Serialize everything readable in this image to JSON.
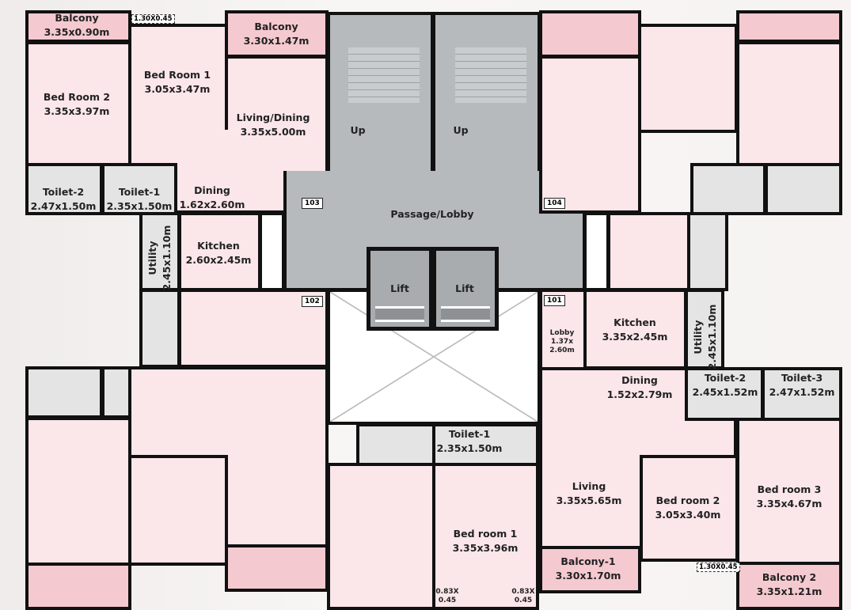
{
  "units": {
    "u103": {
      "number": "103",
      "balcony_a": {
        "name": "Balcony",
        "size": "3.35x0.90m"
      },
      "ledge": "1.30X0.45",
      "bedroom_2": {
        "name": "Bed Room 2",
        "size": "3.35x3.97m"
      },
      "bedroom_1": {
        "name": "Bed Room 1",
        "size": "3.05x3.47m"
      },
      "balcony_b": {
        "name": "Balcony",
        "size": "3.30x1.47m"
      },
      "living": {
        "name": "Living/Dining",
        "size": "3.35x5.00m"
      },
      "dining": {
        "name": "Dining",
        "size": "1.62x2.60m"
      },
      "toilet_2": {
        "name": "Toilet-2",
        "size": "2.47x1.50m"
      },
      "toilet_1": {
        "name": "Toilet-1",
        "size": "2.35x1.50m"
      },
      "utility": {
        "name": "Utility",
        "size": "2.45x1.10m"
      },
      "kitchen": {
        "name": "Kitchen",
        "size": "2.60x2.45m"
      }
    },
    "u104": {
      "number": "104"
    },
    "u102": {
      "number": "102"
    },
    "u101": {
      "number": "101",
      "lobby": {
        "name": "Lobby",
        "size_a": "1.37x",
        "size_b": "2.60m"
      },
      "kitchen": {
        "name": "Kitchen",
        "size": "3.35x2.45m"
      },
      "utility": {
        "name": "Utility",
        "size": "2.45x1.10m"
      },
      "dining": {
        "name": "Dining",
        "size": "1.52x2.79m"
      },
      "toilet_2": {
        "name": "Toilet-2",
        "size": "2.45x1.52m"
      },
      "toilet_3": {
        "name": "Toilet-3",
        "size": "2.47x1.52m"
      },
      "toilet_1": {
        "name": "Toilet-1",
        "size": "2.35x1.50m"
      },
      "living": {
        "name": "Living",
        "size": "3.35x5.65m"
      },
      "bedroom_1": {
        "name": "Bed room 1",
        "size": "3.35x3.96m"
      },
      "bedroom_2": {
        "name": "Bed room 2",
        "size": "3.05x3.40m"
      },
      "bedroom_3": {
        "name": "Bed room 3",
        "size": "3.35x4.67m"
      },
      "balcony_1": {
        "name": "Balcony-1",
        "size": "3.30x1.70m"
      },
      "balcony_2": {
        "name": "Balcony 2",
        "size": "3.35x1.21m"
      },
      "ledge": "1.30X0.45",
      "ledge_a": {
        "a": "0.83X",
        "b": "0.45"
      },
      "ledge_b": {
        "a": "0.83X",
        "b": "0.45"
      }
    }
  },
  "core": {
    "stair_left": "Up",
    "stair_right": "Up",
    "passage": "Passage/Lobby",
    "lift_1": "Lift",
    "lift_2": "Lift"
  },
  "colors": {
    "room": "#fbe6ea",
    "balcony": "#f5c9d0",
    "wet": "#e4e4e4",
    "core": "#b7babd",
    "wall": "#111111"
  }
}
